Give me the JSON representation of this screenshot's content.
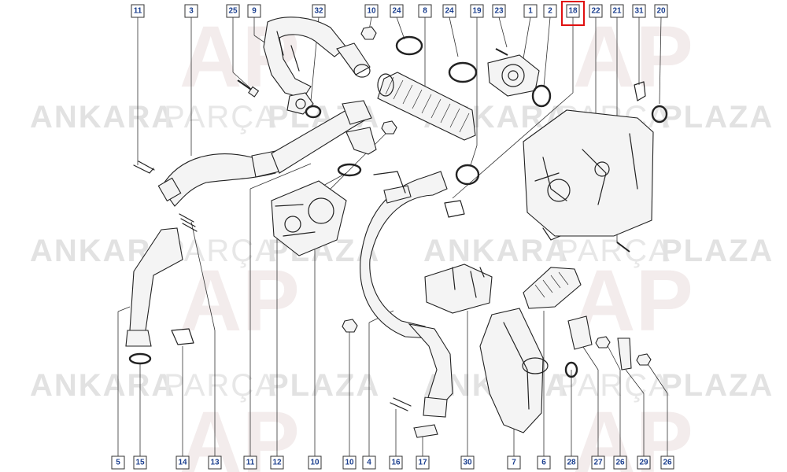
{
  "watermark": {
    "word1": "ANKARA",
    "word2": "PARÇA",
    "word3": "PLAZA",
    "logo": "AP"
  },
  "highlight_color": "#e01010",
  "label_color": "#1b3f8f",
  "callouts_top": [
    "11",
    "3",
    "25",
    "9",
    "32",
    "10",
    "24",
    "8",
    "24",
    "19",
    "23",
    "1",
    "2",
    "18",
    "22",
    "21",
    "31",
    "20"
  ],
  "callouts_bottom": [
    "5",
    "15",
    "14",
    "13",
    "11",
    "12",
    "10",
    "10",
    "4",
    "16",
    "17",
    "30",
    "7",
    "6",
    "28",
    "27",
    "26",
    "29",
    "26"
  ],
  "highlighted_callout": "18"
}
